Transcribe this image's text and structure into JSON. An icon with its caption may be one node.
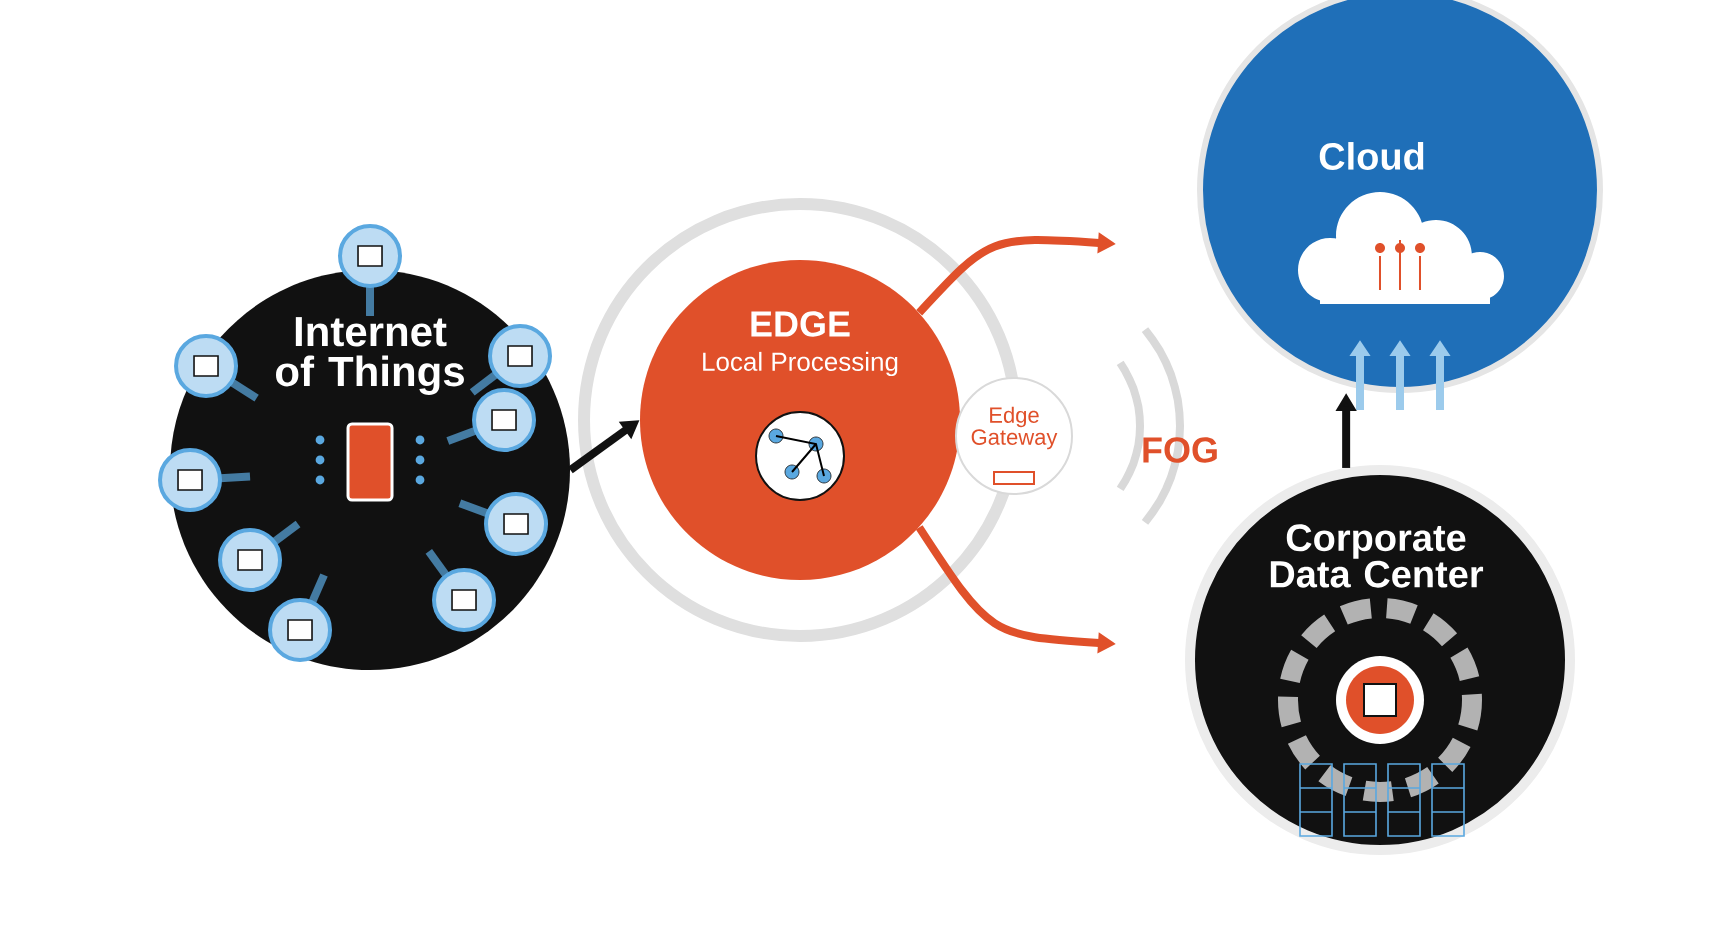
{
  "diagram": {
    "nodes": [
      {
        "text": [
          "Internet of Things"
        ]
      },
      {
        "text": [
          "EDGE",
          "Local Processing"
        ]
      },
      {
        "text": [
          "Edge Gateway"
        ]
      },
      {
        "text": [
          "Cloud"
        ]
      },
      {
        "text": [
          "Corporate Data Center"
        ]
      }
    ],
    "edges": [
      {
        "from": 0,
        "to": 1,
        "arrow": "to"
      },
      {
        "from": 1,
        "to": null,
        "arrow": "to",
        "color": "#e0502a"
      },
      {
        "from": 1,
        "to": null,
        "arrow": "to",
        "color": "#e0502a"
      },
      {
        "from": 4,
        "to": 3,
        "arrow": "to"
      }
    ],
    "labels": [
      "FOG"
    ]
  }
}
